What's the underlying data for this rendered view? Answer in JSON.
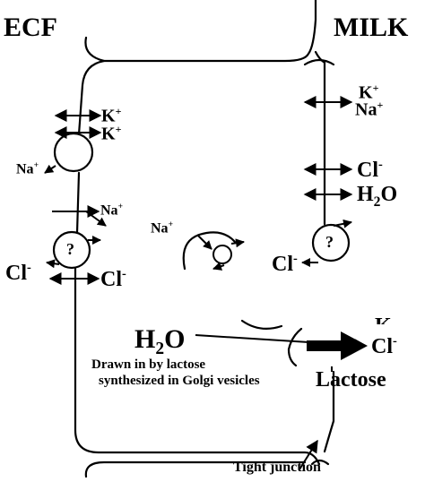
{
  "headings": {
    "ecf": "ECF",
    "milk": "MILK"
  },
  "ions": {
    "k": "K",
    "na": "Na",
    "cl": "Cl",
    "plus": "+",
    "minus": "-"
  },
  "water": {
    "h": "H",
    "two": "2",
    "o": "O"
  },
  "transporter_label": "?",
  "notes": {
    "line1": "Drawn in by lactose",
    "line2": "synthesized in Golgi vesicles",
    "lactose": "Lactose",
    "tight_junction": "Tight junction",
    "cut_k": "K"
  },
  "colors": {
    "ink": "#000000",
    "background": "#ffffff"
  }
}
